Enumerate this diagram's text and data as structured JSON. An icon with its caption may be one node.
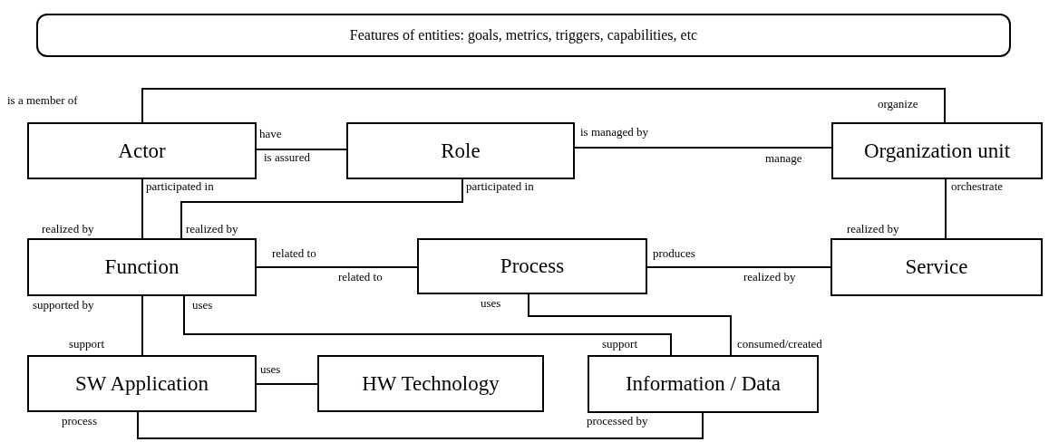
{
  "diagram": {
    "nodes": [
      {
        "text": [
          "Features of entities: goals, metrics, triggers, capabilities, etc"
        ]
      },
      {
        "text": [
          "Actor"
        ]
      },
      {
        "text": [
          "Role"
        ]
      },
      {
        "text": [
          "Organization unit"
        ]
      },
      {
        "text": [
          "Function"
        ]
      },
      {
        "text": [
          "Process"
        ]
      },
      {
        "text": [
          "Service"
        ]
      },
      {
        "text": [
          "SW Application"
        ]
      },
      {
        "text": [
          "HW Technology"
        ]
      },
      {
        "text": [
          "Information / Data"
        ]
      }
    ],
    "edges": [
      {
        "from": 1,
        "to": 3,
        "arrow": "none"
      },
      {
        "from": 1,
        "to": 2,
        "arrow": "none"
      },
      {
        "from": 2,
        "to": 3,
        "arrow": "none"
      },
      {
        "from": 1,
        "to": 4,
        "arrow": "none"
      },
      {
        "from": 2,
        "to": 4,
        "arrow": "none"
      },
      {
        "from": 3,
        "to": 6,
        "arrow": "none"
      },
      {
        "from": 4,
        "to": 5,
        "arrow": "none"
      },
      {
        "from": 5,
        "to": 6,
        "arrow": "none"
      },
      {
        "from": 4,
        "to": 7,
        "arrow": "none"
      },
      {
        "from": 4,
        "to": 9,
        "arrow": "none"
      },
      {
        "from": 5,
        "to": 9,
        "arrow": "none"
      },
      {
        "from": 7,
        "to": 8,
        "arrow": "none"
      },
      {
        "from": 7,
        "to": 9,
        "arrow": "none"
      }
    ],
    "labels": [
      "is a member of",
      "organize",
      "have",
      "is managed by",
      "is assured",
      "manage",
      "participated in",
      "participated in",
      "orchestrate",
      "realized by",
      "realized by",
      "realized by",
      "related to",
      "produces",
      "related to",
      "realized by",
      "supported by",
      "uses",
      "uses",
      "support",
      "support",
      "consumed/created",
      "uses",
      "process",
      "processed by"
    ]
  }
}
